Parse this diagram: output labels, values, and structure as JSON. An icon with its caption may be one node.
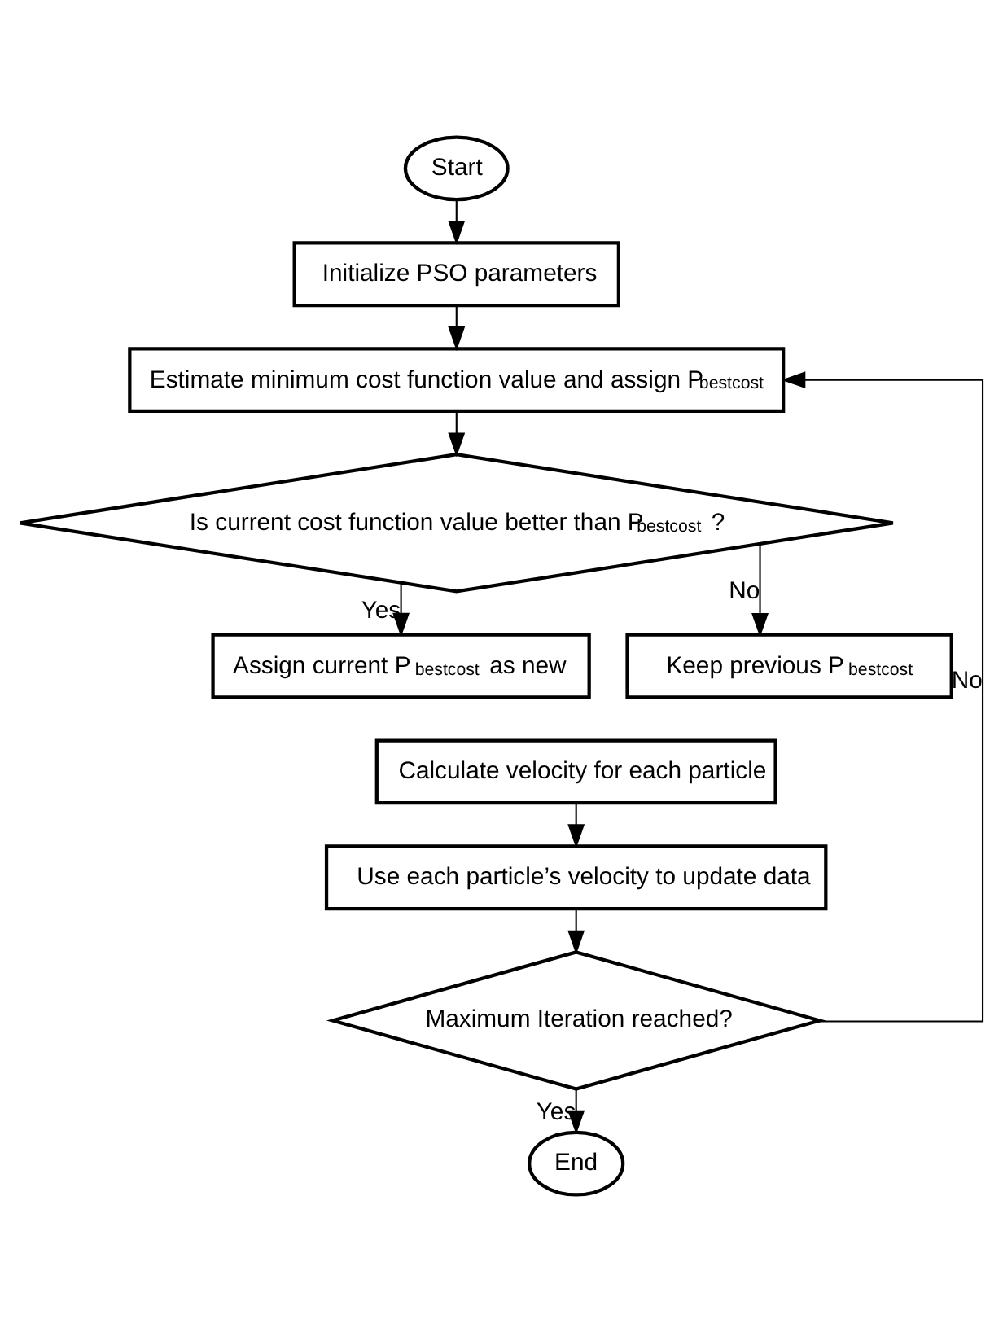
{
  "diagram": {
    "nodes": [
      {
        "text": [
          "Start"
        ]
      },
      {
        "text": [
          "Initialize PSO parameters"
        ]
      },
      {
        "text": [
          "Estimate minimum cost function value and assign P$_{bestcost}$"
        ]
      },
      {
        "text": [
          "Is current cost function value better than P$_{bestcost}$?"
        ]
      },
      {
        "text": [
          "Assign current P$_{bestcost}$ as new"
        ]
      },
      {
        "text": [
          "Keep previous P$_{bestcost}$"
        ]
      },
      {
        "text": [
          "Calculate velocity for each particle"
        ]
      },
      {
        "text": [
          "Use each particle’s velocity to update data"
        ]
      },
      {
        "text": [
          "Maximum Iteration reached?"
        ]
      },
      {
        "text": [
          "End"
        ]
      }
    ],
    "edges": [
      {
        "from": 0,
        "to": 1,
        "arrow": "to"
      },
      {
        "from": 1,
        "to": 2,
        "arrow": "to"
      },
      {
        "from": 2,
        "to": 3,
        "arrow": "to"
      },
      {
        "from": 3,
        "to": 4,
        "arrow": "to",
        "label": "Yes"
      },
      {
        "from": 3,
        "to": 5,
        "arrow": "to",
        "label": "No"
      },
      {
        "from": 6,
        "to": 7,
        "arrow": "to"
      },
      {
        "from": 7,
        "to": 8,
        "arrow": "to"
      },
      {
        "from": 8,
        "to": 9,
        "arrow": "to",
        "label": "Yes"
      },
      {
        "from": 8,
        "to": 2,
        "arrow": "to",
        "label": "No"
      }
    ]
  }
}
